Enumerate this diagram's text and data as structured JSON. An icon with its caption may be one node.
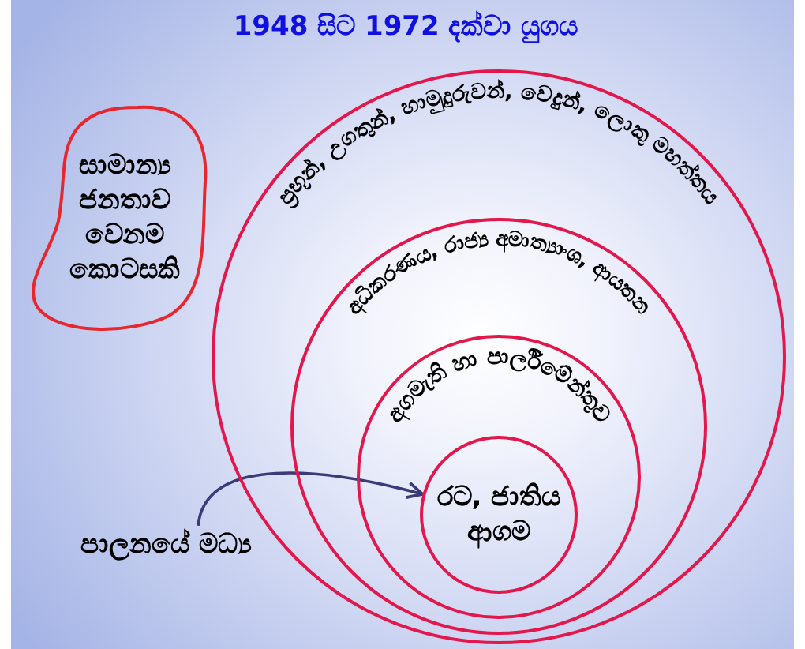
{
  "diagram": {
    "title": "1948 සිට 1972 දක්වා යුගය",
    "nodes": [
      {
        "text": [
          "සාමාන්‍ය ජනතාව වෙනම කොටසකි"
        ]
      },
      {
        "text": [
          "ප්‍රභූන්, උගතුන්, හාමුදුරුවන්, වෙදුන්, ලොකු මහත්තය"
        ]
      },
      {
        "text": [
          "අධිකරණය, රාජ්‍ය අමාත්‍යාංශ, ආයතන"
        ],
        "in": 1
      },
      {
        "text": [
          "අගමැති හා පාර්ලිමේන්තුව"
        ],
        "in": 2
      },
      {
        "text": [
          "රට, ජාතිය ආගම"
        ],
        "in": 3
      },
      {
        "text": [
          "පාලනයේ මධ්‍ය"
        ]
      }
    ],
    "edges": [
      {
        "from": 5,
        "to": 4,
        "arrow": "to"
      }
    ]
  }
}
